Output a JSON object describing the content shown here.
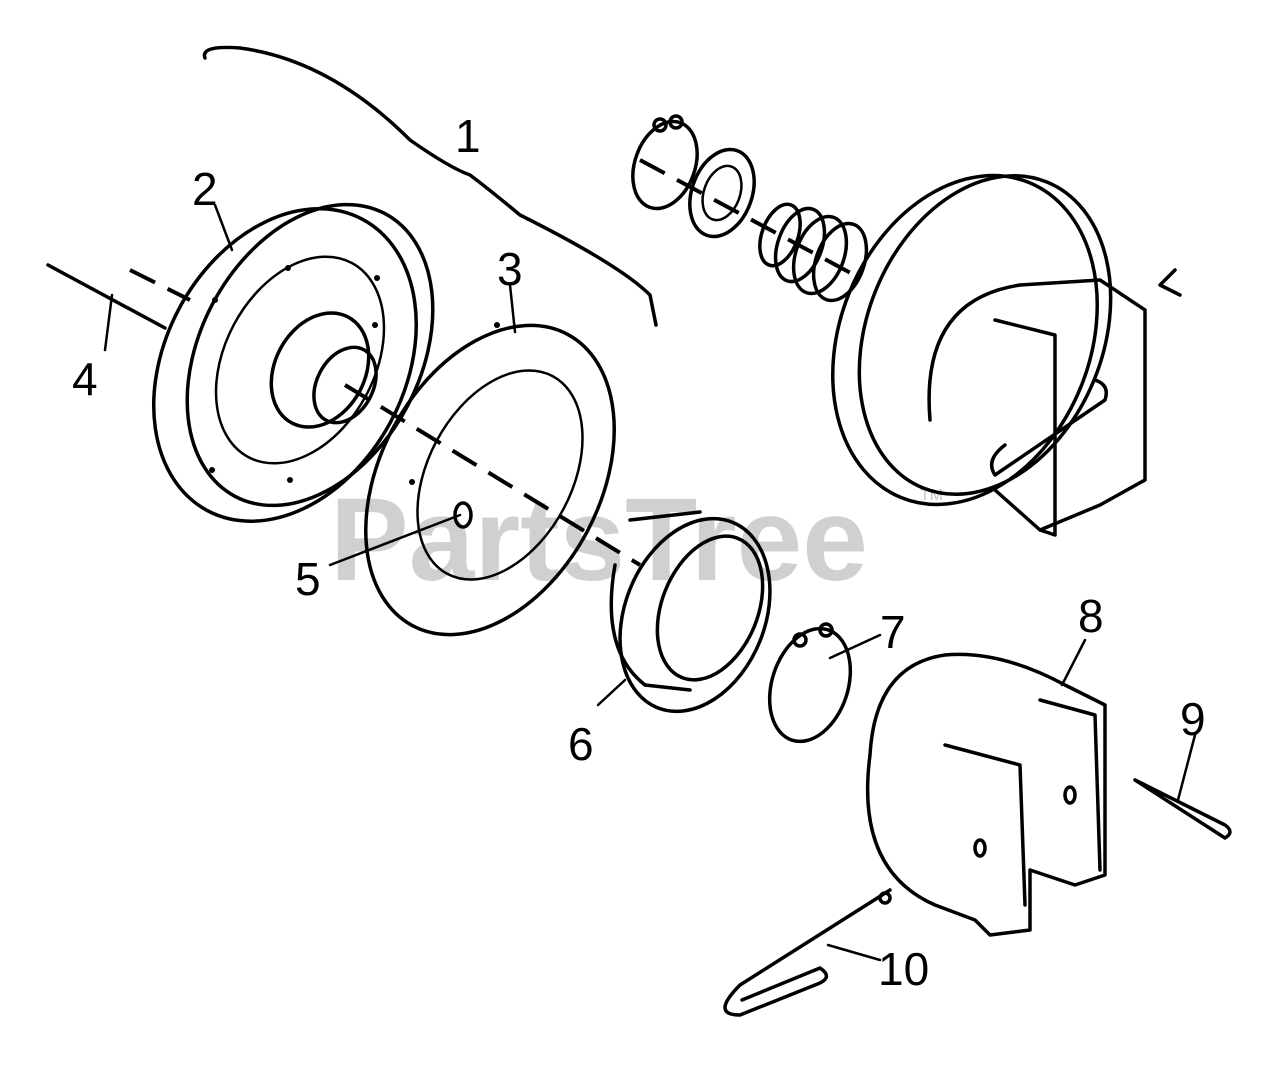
{
  "diagram": {
    "callouts": [
      {
        "id": "1",
        "label": "1"
      },
      {
        "id": "2",
        "label": "2"
      },
      {
        "id": "3",
        "label": "3"
      },
      {
        "id": "4",
        "label": "4"
      },
      {
        "id": "5",
        "label": "5"
      },
      {
        "id": "6",
        "label": "6"
      },
      {
        "id": "7",
        "label": "7"
      },
      {
        "id": "8",
        "label": "8"
      },
      {
        "id": "9",
        "label": "9"
      },
      {
        "id": "10",
        "label": "10"
      }
    ],
    "watermark": {
      "text": "PartsTree",
      "trademark": "TM"
    },
    "colors": {
      "line": "#000000",
      "background": "#ffffff",
      "watermark": "#c8c8c8"
    }
  }
}
